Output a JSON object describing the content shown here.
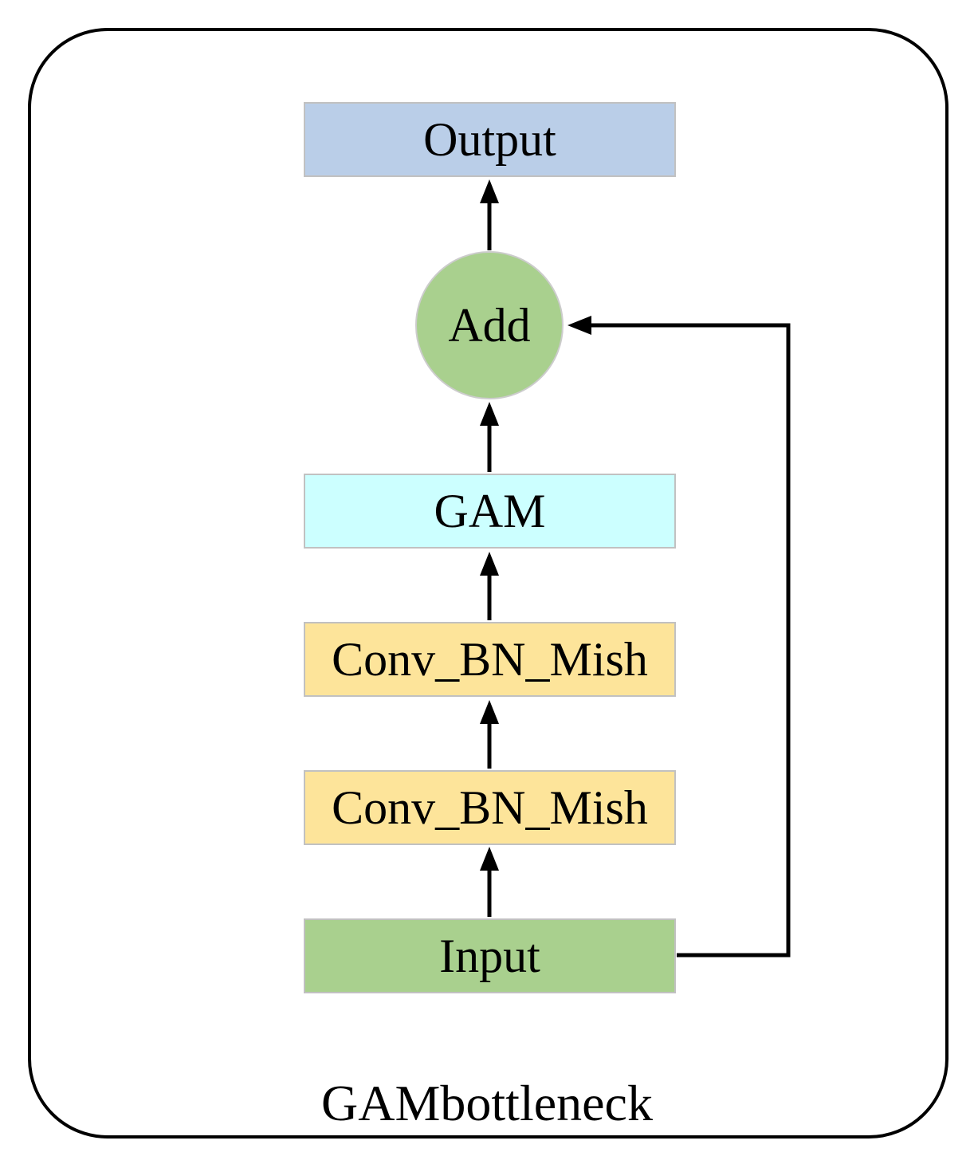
{
  "frame": {
    "title": "GAMbottleneck"
  },
  "nodes": {
    "output": {
      "label": "Output",
      "shape": "rect",
      "fill": "#bacee8"
    },
    "add": {
      "label": "Add",
      "shape": "circle",
      "fill": "#a9d08e"
    },
    "gam": {
      "label": "GAM",
      "shape": "rect",
      "fill": "#ccffff"
    },
    "conv_top": {
      "label": "Conv_BN_Mish",
      "shape": "rect",
      "fill": "#fde49a"
    },
    "conv_bottom": {
      "label": "Conv_BN_Mish",
      "shape": "rect",
      "fill": "#fde49a"
    },
    "input": {
      "label": "Input",
      "shape": "rect",
      "fill": "#a9d08e"
    }
  },
  "edges": [
    {
      "from": "input",
      "to": "conv_bottom",
      "type": "arrow"
    },
    {
      "from": "conv_bottom",
      "to": "conv_top",
      "type": "arrow"
    },
    {
      "from": "conv_top",
      "to": "gam",
      "type": "arrow"
    },
    {
      "from": "gam",
      "to": "add",
      "type": "arrow"
    },
    {
      "from": "add",
      "to": "output",
      "type": "arrow"
    },
    {
      "from": "input",
      "to": "add",
      "type": "skip-connection-arrow"
    }
  ],
  "colors": {
    "edge_line": "#000000",
    "frame_border": "#000000",
    "box_border": "#c1c1c1",
    "text": "#000000",
    "background": "#ffffff"
  }
}
